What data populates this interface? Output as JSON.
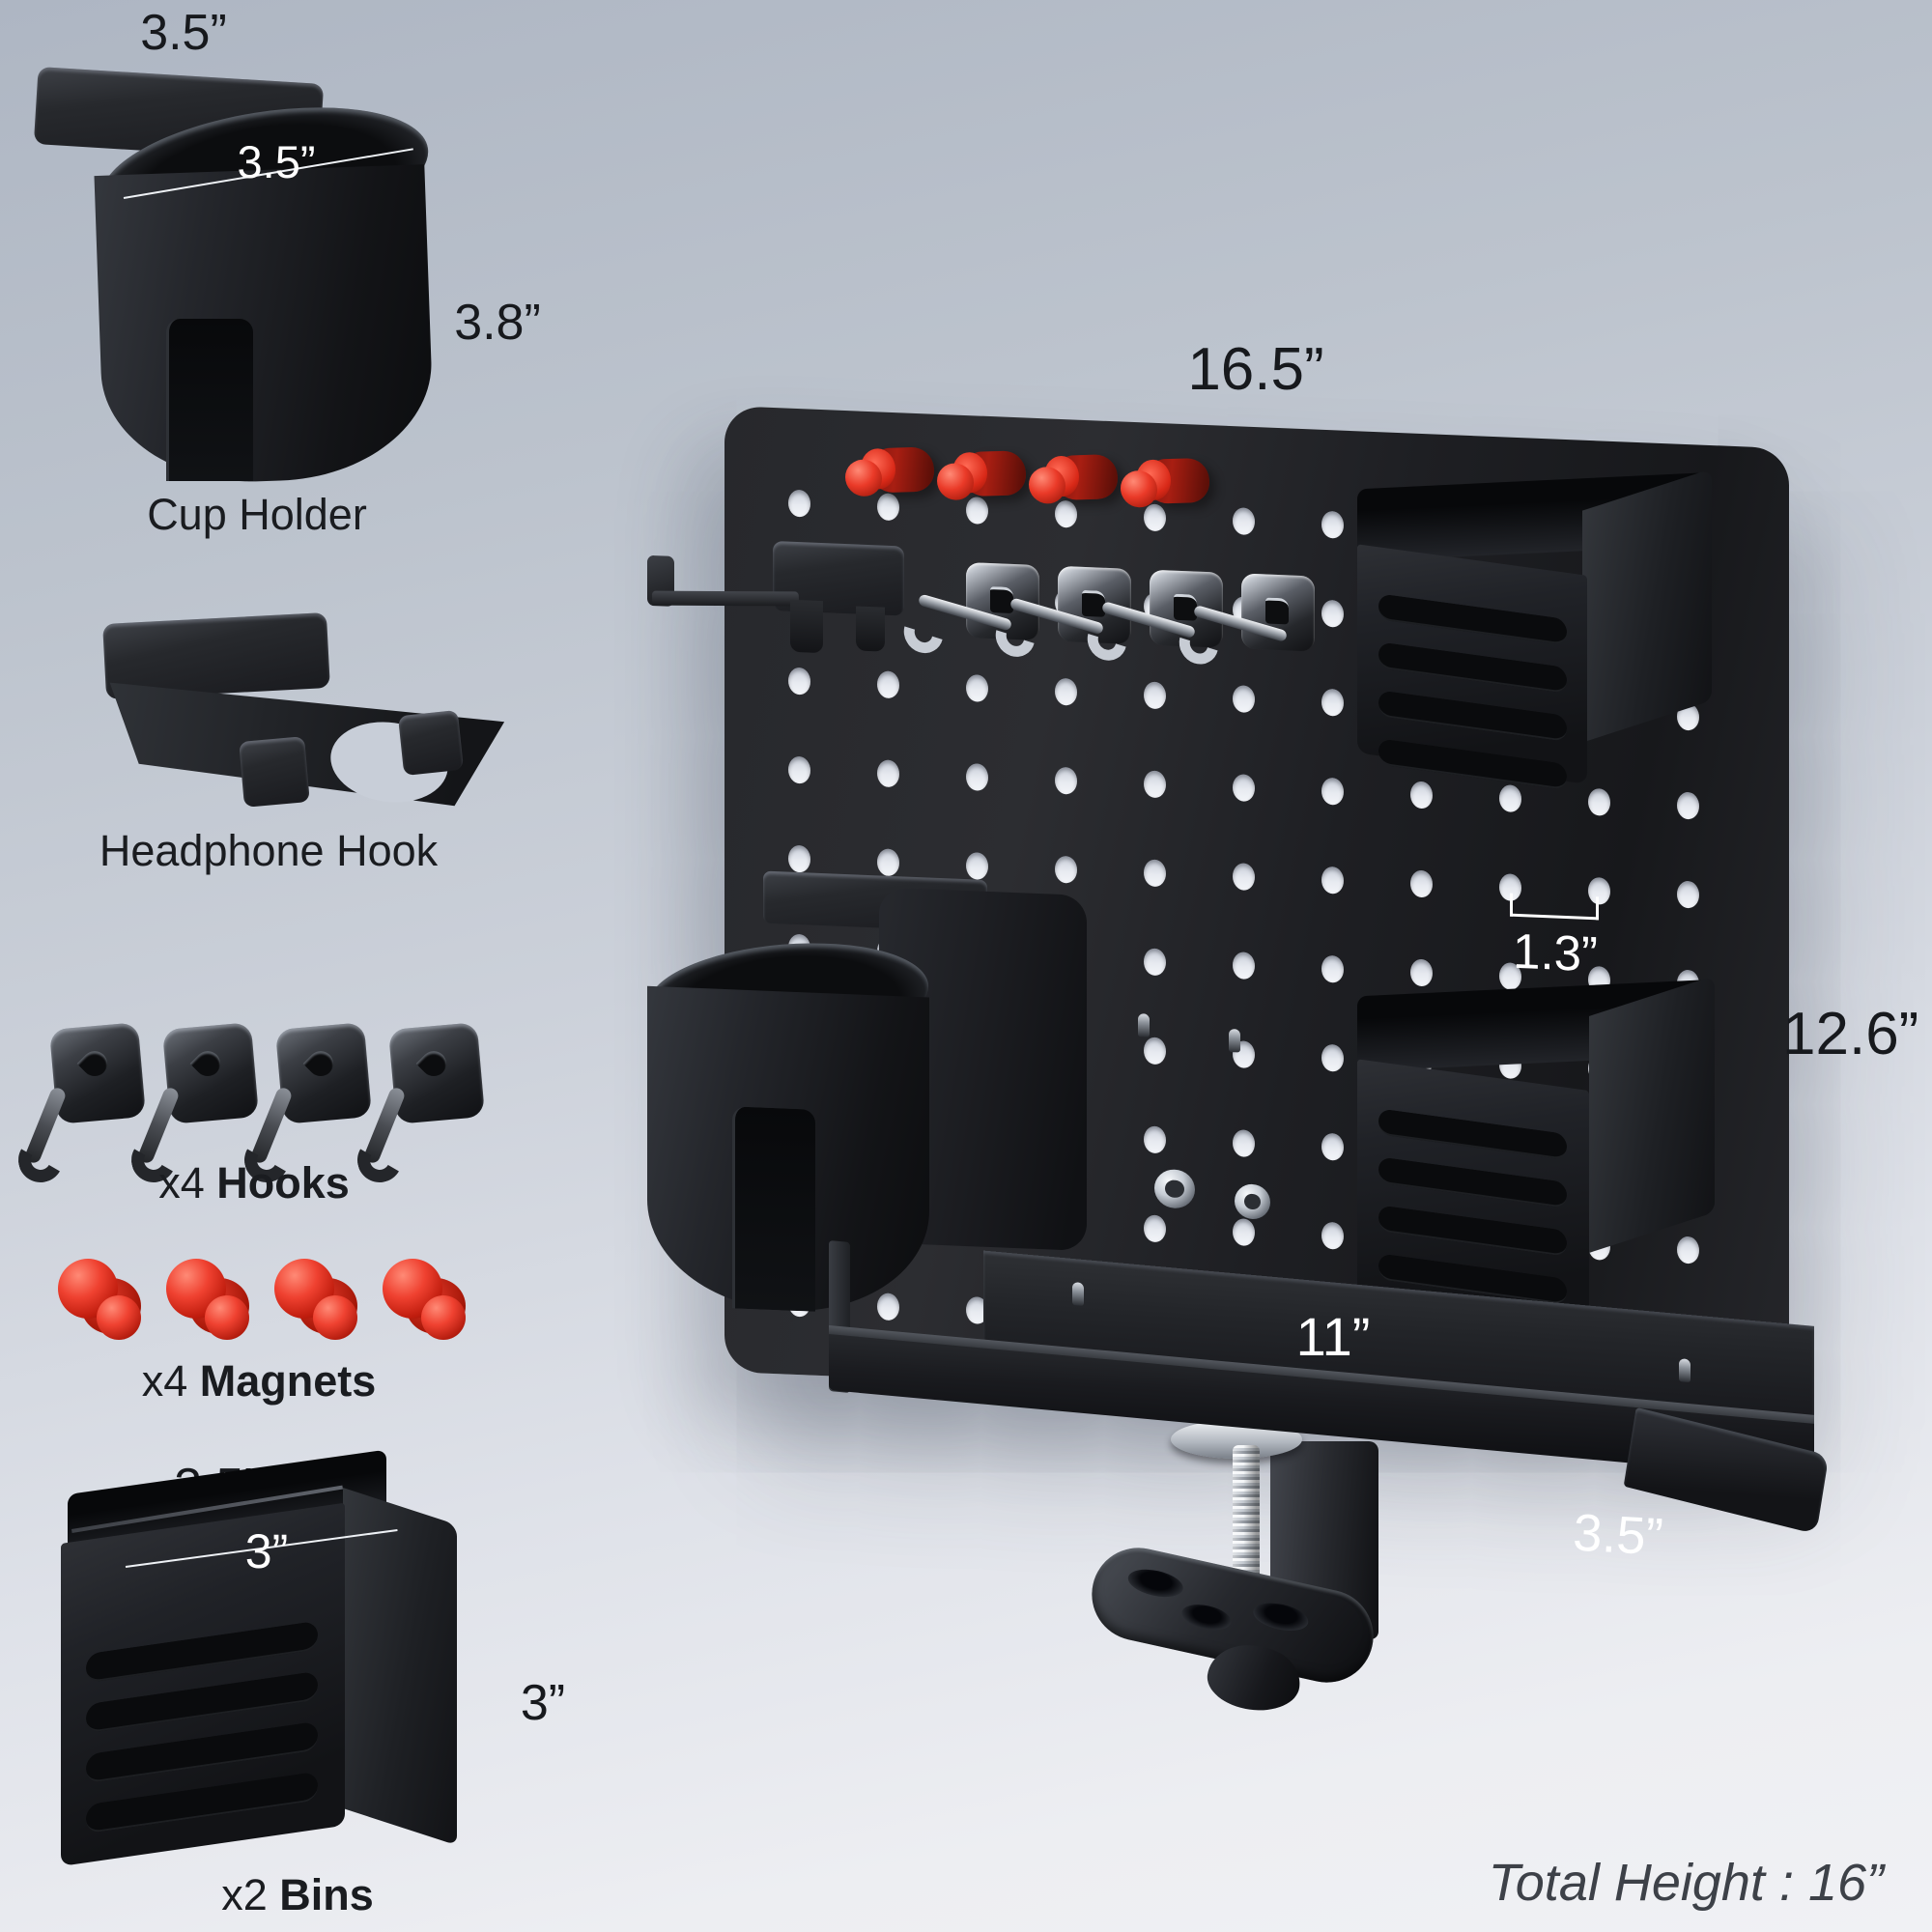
{
  "page": {
    "bg_top": "#aeb6c3",
    "bg_bottom": "#f0f1f4",
    "accent_red": "#e23322",
    "board_black": "#1d1e22",
    "dim_text_dark": "#17191d",
    "dim_text_white": "#ffffff"
  },
  "items": {
    "cup_holder": {
      "label": "Cup Holder",
      "dim_top": "3.5”",
      "dim_inner": "3.5”",
      "dim_height": "3.8”"
    },
    "headphone_hook": {
      "label": "Headphone Hook"
    },
    "hooks": {
      "qty": "x4",
      "label": "Hooks",
      "count": 4
    },
    "magnets": {
      "qty": "x4",
      "label": "Magnets",
      "count": 4
    },
    "bins": {
      "qty": "x2",
      "label": "Bins",
      "slots": 4,
      "dim_top": "3.5”",
      "dim_inner": "3”",
      "dim_height": "3”"
    }
  },
  "board": {
    "dim_width": "16.5”",
    "dim_height": "12.6”",
    "dim_hole_spacing": "1.3”",
    "holes": {
      "cols": 11,
      "rows": 10
    },
    "magnet_count": 4,
    "hook_count": 4,
    "bin_slots": 4
  },
  "shelf": {
    "dim_width": "11”",
    "dim_depth": "3.5”"
  },
  "footer": {
    "total_height": "Total Height : 16”"
  }
}
